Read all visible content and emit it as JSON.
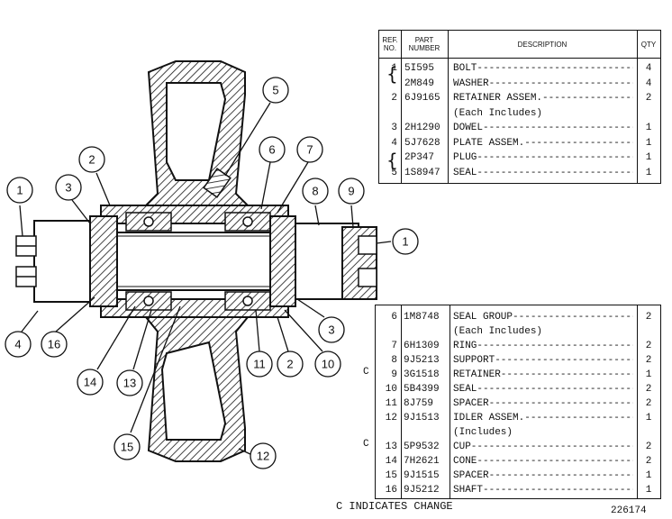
{
  "top_table": {
    "headers": {
      "ref": "REF. NO.",
      "part": "PART NUMBER",
      "desc": "DESCRIPTION",
      "qty": "QTY"
    },
    "rows": [
      {
        "ref": "1",
        "part": "5I595",
        "desc": "BOLT",
        "qty": "4",
        "change": ""
      },
      {
        "ref": "",
        "part": "2M849",
        "desc": "WASHER",
        "qty": "4",
        "change": ""
      },
      {
        "ref": "2",
        "part": "6J9165",
        "desc": "RETAINER ASSEM.",
        "qty": "2",
        "change": ""
      },
      {
        "ref": "",
        "part": "",
        "desc": "(Each Includes)",
        "qty": "",
        "change": ""
      },
      {
        "ref": "3",
        "part": "2H1290",
        "desc": "DOWEL",
        "qty": "1",
        "change": ""
      },
      {
        "ref": "4",
        "part": "5J7628",
        "desc": "PLATE ASSEM.",
        "qty": "1",
        "change": ""
      },
      {
        "ref": "",
        "part": "2P347",
        "desc": "PLUG",
        "qty": "1",
        "change": ""
      },
      {
        "ref": "5",
        "part": "1S8947",
        "desc": "SEAL",
        "qty": "1",
        "change": ""
      }
    ]
  },
  "bottom_table": {
    "rows": [
      {
        "ref": "6",
        "part": "1M8748",
        "desc": "SEAL GROUP",
        "qty": "2",
        "change": ""
      },
      {
        "ref": "",
        "part": "",
        "desc": "(Each Includes)",
        "qty": "",
        "change": ""
      },
      {
        "ref": "7",
        "part": "6H1309",
        "desc": "RING",
        "qty": "2",
        "change": ""
      },
      {
        "ref": "8",
        "part": "9J5213",
        "desc": "SUPPORT",
        "qty": "2",
        "change": ""
      },
      {
        "ref": "9",
        "part": "3G1518",
        "desc": "RETAINER",
        "qty": "1",
        "change": "C"
      },
      {
        "ref": "10",
        "part": "5B4399",
        "desc": "SEAL",
        "qty": "2",
        "change": ""
      },
      {
        "ref": "11",
        "part": "8J759",
        "desc": "SPACER",
        "qty": "2",
        "change": ""
      },
      {
        "ref": "12",
        "part": "9J1513",
        "desc": "IDLER ASSEM.",
        "qty": "1",
        "change": ""
      },
      {
        "ref": "",
        "part": "",
        "desc": "(Includes)",
        "qty": "",
        "change": ""
      },
      {
        "ref": "13",
        "part": "5P9532",
        "desc": "CUP",
        "qty": "2",
        "change": "C"
      },
      {
        "ref": "14",
        "part": "7H2621",
        "desc": "CONE",
        "qty": "2",
        "change": ""
      },
      {
        "ref": "15",
        "part": "9J1515",
        "desc": "SPACER",
        "qty": "1",
        "change": ""
      },
      {
        "ref": "16",
        "part": "9J5212",
        "desc": "SHAFT",
        "qty": "1",
        "change": ""
      }
    ]
  },
  "callouts": [
    "1",
    "2",
    "3",
    "4",
    "5",
    "6",
    "7",
    "8",
    "9",
    "1",
    "3",
    "10",
    "2",
    "11",
    "12",
    "15",
    "13",
    "14",
    "16"
  ],
  "footer_note": "C INDICATES CHANGE",
  "drawing_number": "226174"
}
